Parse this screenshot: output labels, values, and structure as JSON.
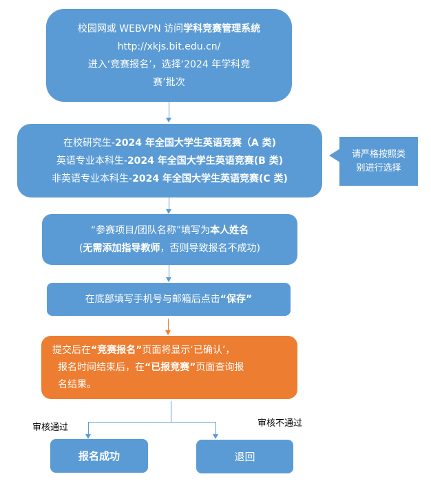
{
  "colors": {
    "primary": "#5B9BD5",
    "highlight": "#ED7D31"
  },
  "step1": {
    "l1a": "校园网或 WEBVPN 访问",
    "l1b": "学科竞赛管理系统",
    "l2": "http://xkjs.bit.edu.cn/",
    "l3": "进入‘竞赛报名’，选择‘2024 年学科竞",
    "l4": "赛’批次"
  },
  "step2": {
    "l1a": "在校研究生-",
    "l1b": "2024 年全国大学生英语竞赛（A 类)",
    "l2a": "英语专业本科生-",
    "l2b": "2024 年全国大学生英语竞赛(B 类)",
    "l3a": "非英语专业本科生-",
    "l3b": "2024 年全国大学生英语竞赛(C 类)"
  },
  "note": {
    "l1": "请严格按照类",
    "l2": "别进行选择"
  },
  "step3": {
    "l1a": "“参赛项目/团队名称”填写为",
    "l1b": "本人姓名",
    "l2a": "(",
    "l2b": "无需添加指导教师",
    "l2c": "，否则导致报名不成功)"
  },
  "step4": {
    "a": "在底部填写手机号与邮箱后点击",
    "b": "“保存”"
  },
  "step5": {
    "l1a": "提交后在",
    "l1b": "“竞赛报名”",
    "l1c": "页面将显示‘已确认’，",
    "l2a": "报名时间结束后，在",
    "l2b": "“已报竞赛”",
    "l2c": "页面查询报",
    "l3": "名结果。"
  },
  "branches": {
    "pass_label": "审核通过",
    "fail_label": "审核不通过",
    "success": "报名成功",
    "reject": "退回"
  }
}
